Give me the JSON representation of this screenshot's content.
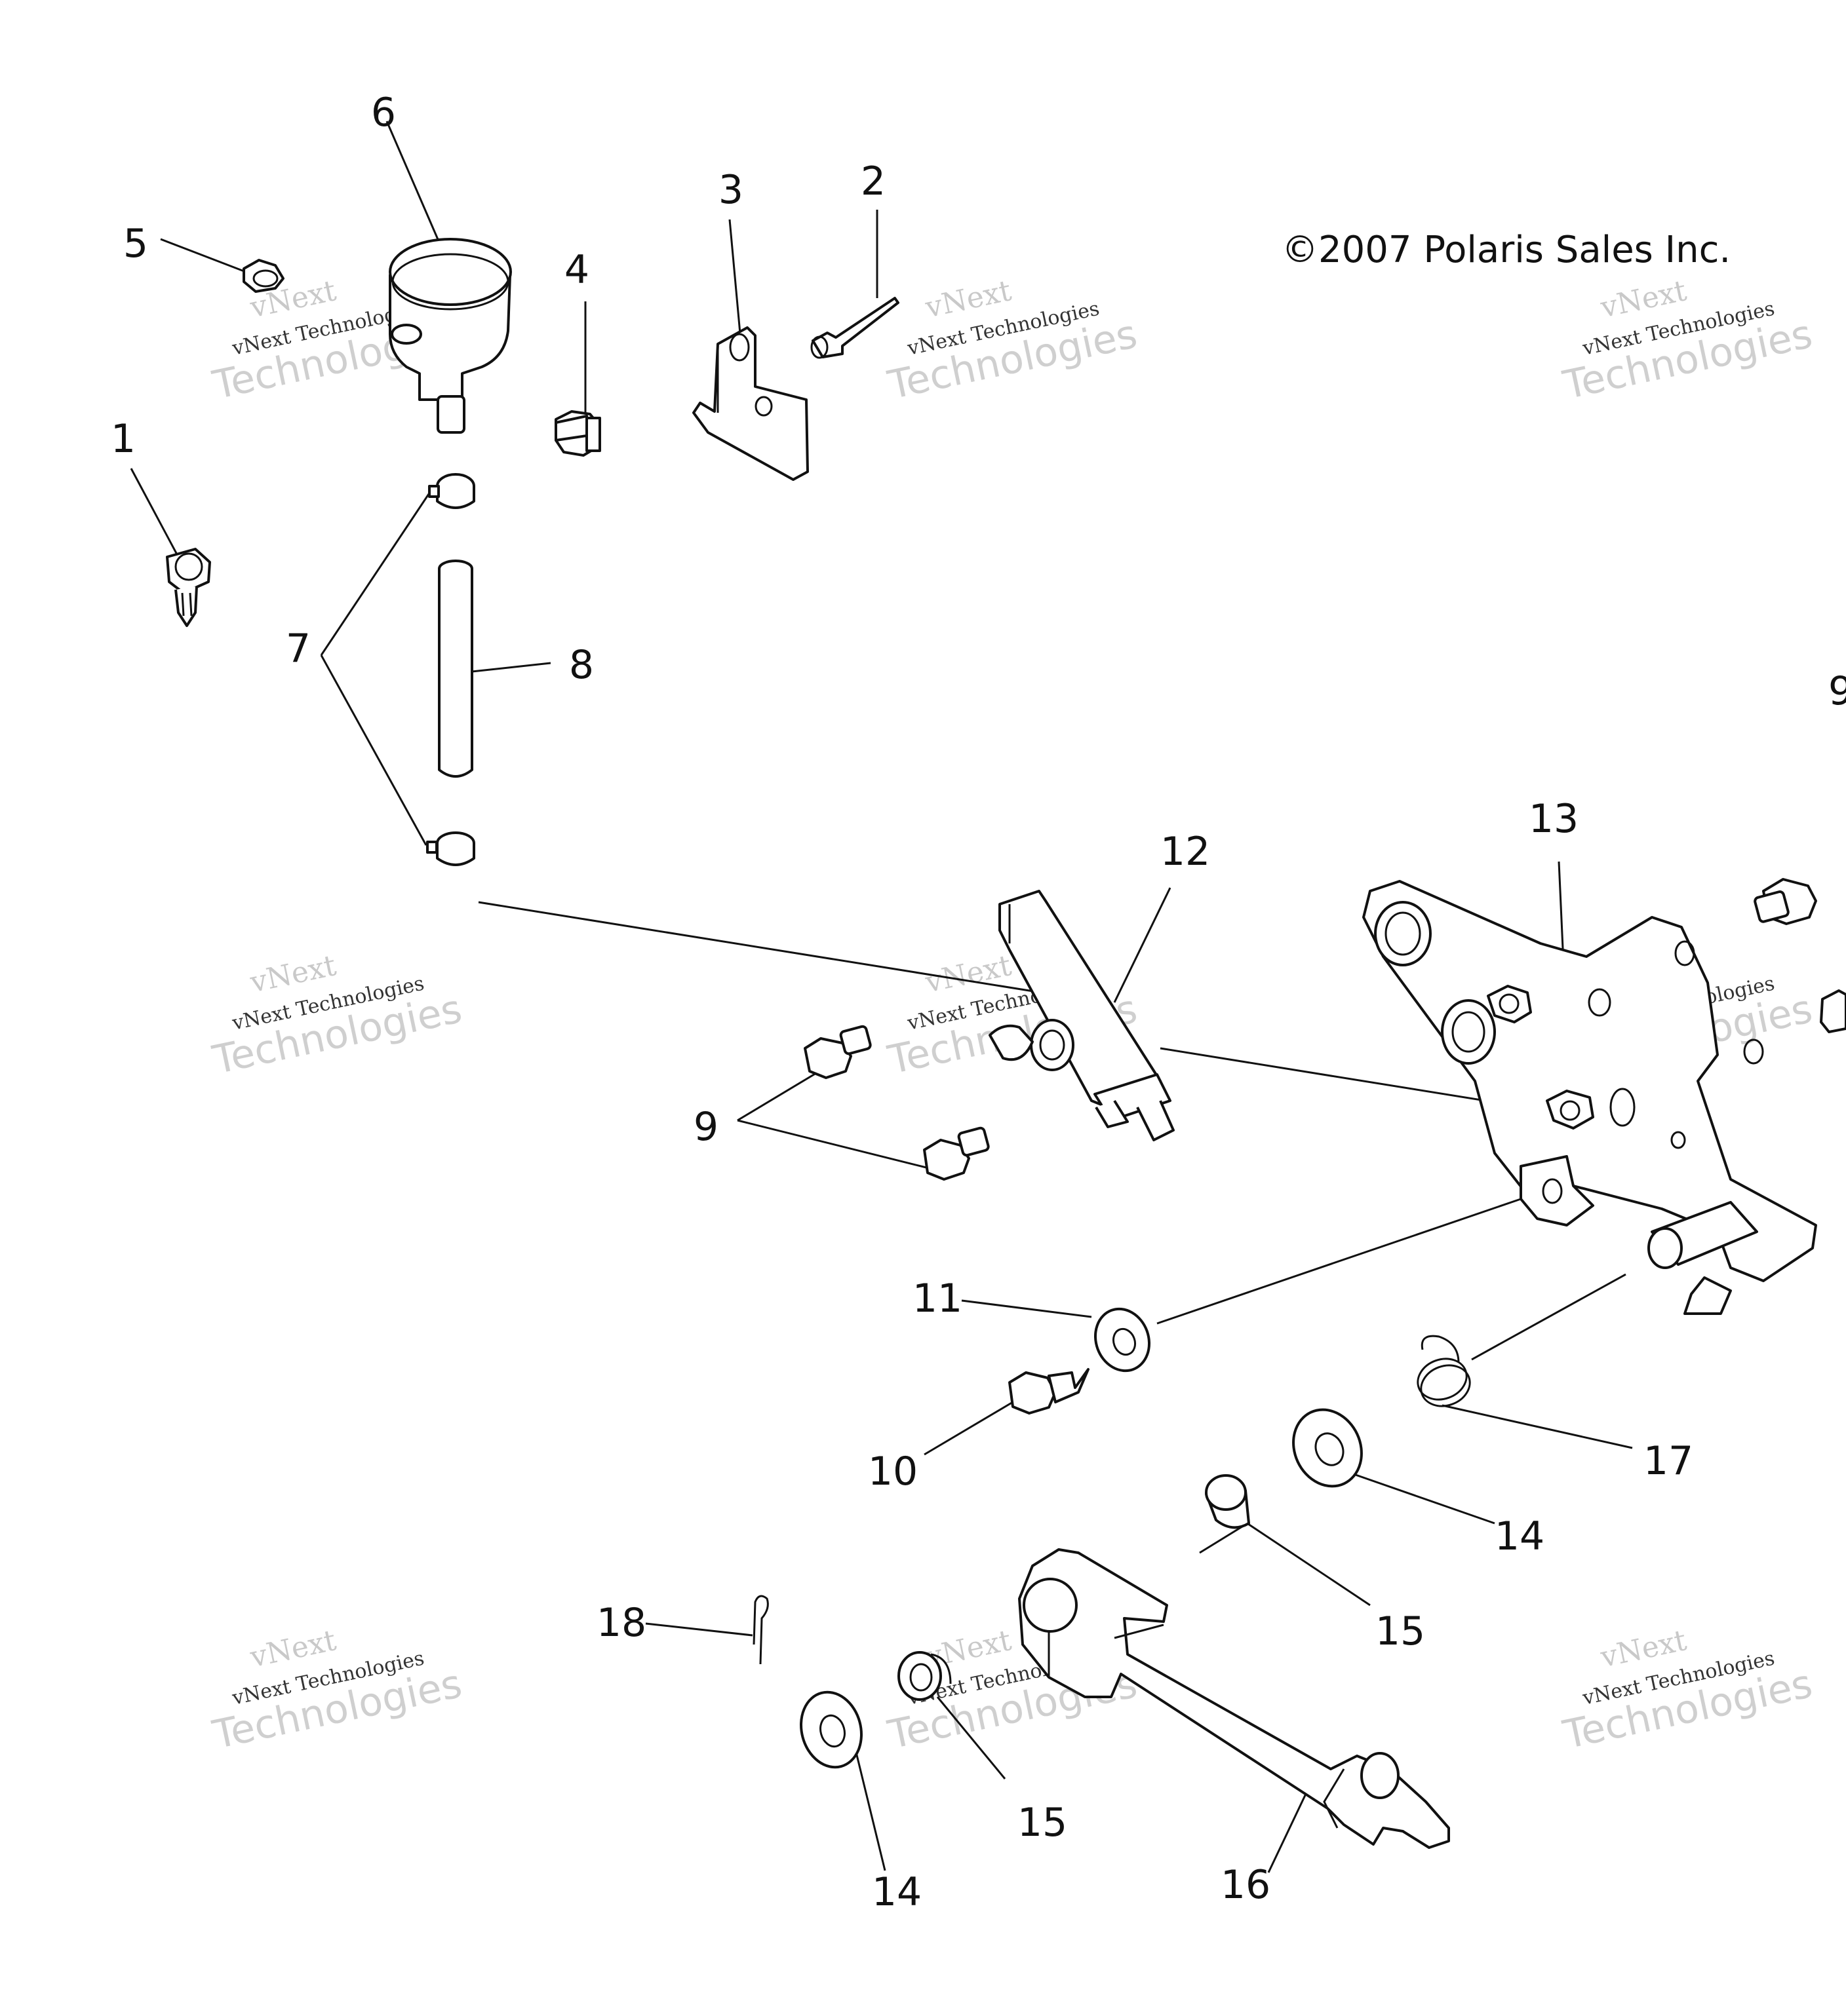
{
  "copyright": "©2007 Polaris Sales Inc.",
  "watermark": {
    "top": "vNext",
    "middle": "vNext Technologies",
    "bottom": "Technologies"
  },
  "callouts": {
    "p1": "1",
    "p2": "2",
    "p3": "3",
    "p4": "4",
    "p5": "5",
    "p6": "6",
    "p7": "7",
    "p8": "8",
    "p9a": "9",
    "p9b": "9",
    "p10": "10",
    "p11": "11",
    "p12": "12",
    "p13": "13",
    "p14a": "14",
    "p14b": "14",
    "p15a": "15",
    "p15b": "15",
    "p16": "16",
    "p17": "17",
    "p18": "18"
  }
}
